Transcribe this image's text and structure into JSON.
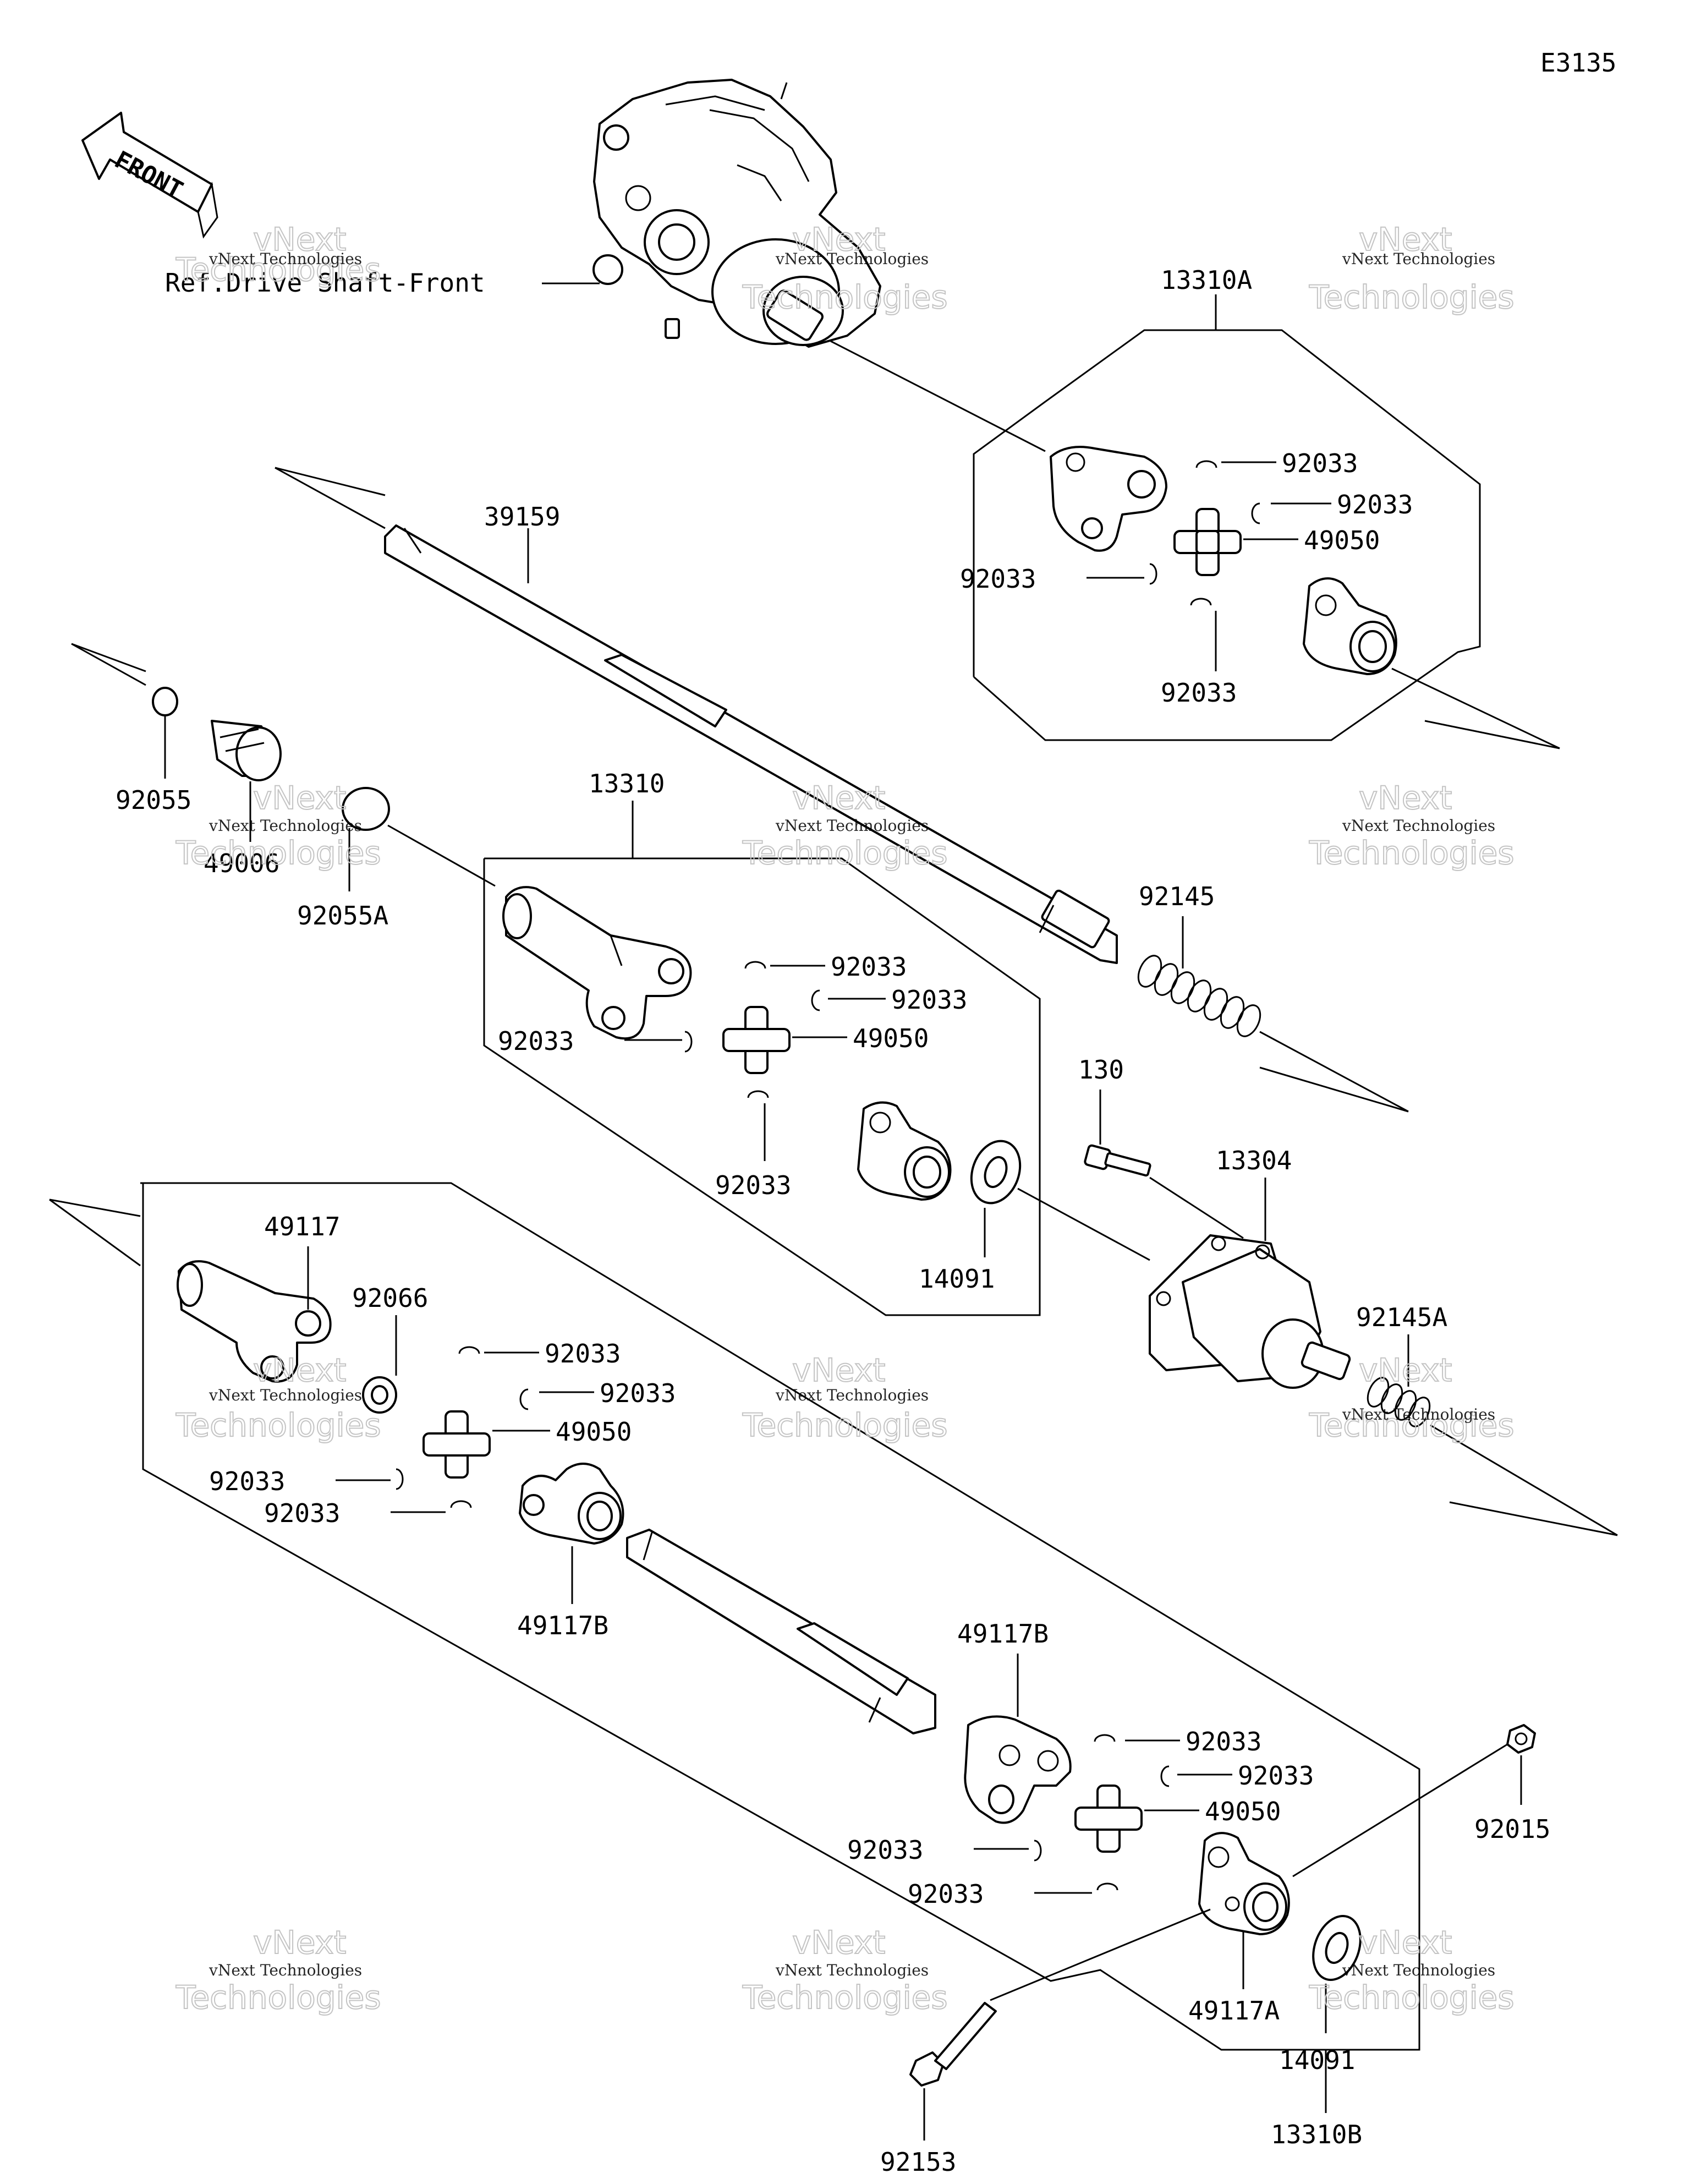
{
  "diagram_id": "E3135",
  "front_arrow_text": "FRONT",
  "reference_label": "Ref.Drive Shaft-Front",
  "watermark": {
    "small": "vNext Technologies",
    "big_top": "vNext",
    "big_bottom": "Technologies"
  },
  "labels": {
    "assy_top": "13310A",
    "assy_mid": "13310",
    "assy_bottom": "13310B",
    "shaft": "39159",
    "ring_small": "92055",
    "boot": "49006",
    "ring_large": "92055A",
    "spring": "92145",
    "spring_b": "92145A",
    "bolt": "130",
    "housing": "13304",
    "washer": "14091",
    "yoke": "49117",
    "yoke_b": "49117B",
    "yoke_a": "49117A",
    "seal": "92066",
    "cross": "49050",
    "circlip": "92033",
    "nut": "92015",
    "long_bolt": "92153"
  },
  "colors": {
    "line": "#000000",
    "background": "#ffffff",
    "watermark": "#b8b8b8"
  }
}
